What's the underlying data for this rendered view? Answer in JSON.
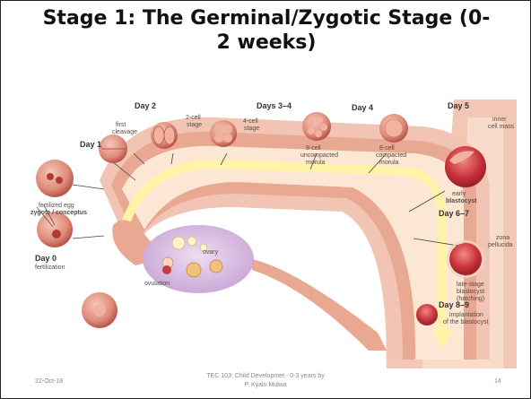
{
  "slide": {
    "title": "Stage 1: The Germinal/Zygotic Stage (0-2 weeks)",
    "footer_date": "22-Oct-18",
    "footer_center_line1": "TEC 103:  Child Developmet -  0-3 years  by",
    "footer_center_line2": "P. Kyalo Mulwa",
    "page_number": "14"
  },
  "diagram": {
    "days": {
      "day0": "Day 0",
      "day1": "Day 1",
      "day2": "Day 2",
      "day34": "Days 3–4",
      "day4": "Day 4",
      "day5": "Day 5",
      "day67": "Day 6–7",
      "day89": "Day 8–9"
    },
    "labels": {
      "fertilization": "fertilization",
      "fertilized_egg": "fertilized egg",
      "zygote": "zygote / conceptus",
      "first_cleavage_1": "first",
      "first_cleavage_2": "cleavage",
      "two_cell_1": "2-cell",
      "two_cell_2": "stage",
      "four_cell_1": "4-cell",
      "four_cell_2": "stage",
      "uncompacted_1": "8-cell",
      "uncompacted_2": "uncompacted",
      "uncompacted_3": "morula",
      "compacted_1": "8-cell",
      "compacted_2": "compacted",
      "compacted_3": "morula",
      "inner_cell_1": "inner",
      "inner_cell_2": "cell mass",
      "early_1": "early",
      "early_2": "blastocyst",
      "zona_1": "zona",
      "zona_2": "pellucida",
      "late_1": "late-stage",
      "late_2": "blastocyst",
      "late_3": "(hatching)",
      "implant_1": "implantation",
      "implant_2": "of the blastocyst",
      "ovary": "ovary",
      "ovulation": "ovulation"
    }
  },
  "colors": {
    "tube_outer": "#f2c4b3",
    "tube_mid": "#e8a892",
    "tube_inner": "#fbe7d4",
    "path_yellow": "#fff3a8",
    "cell": "#d97d6e",
    "cell_dark": "#b23a33",
    "ovary": "#d6b8e0"
  }
}
